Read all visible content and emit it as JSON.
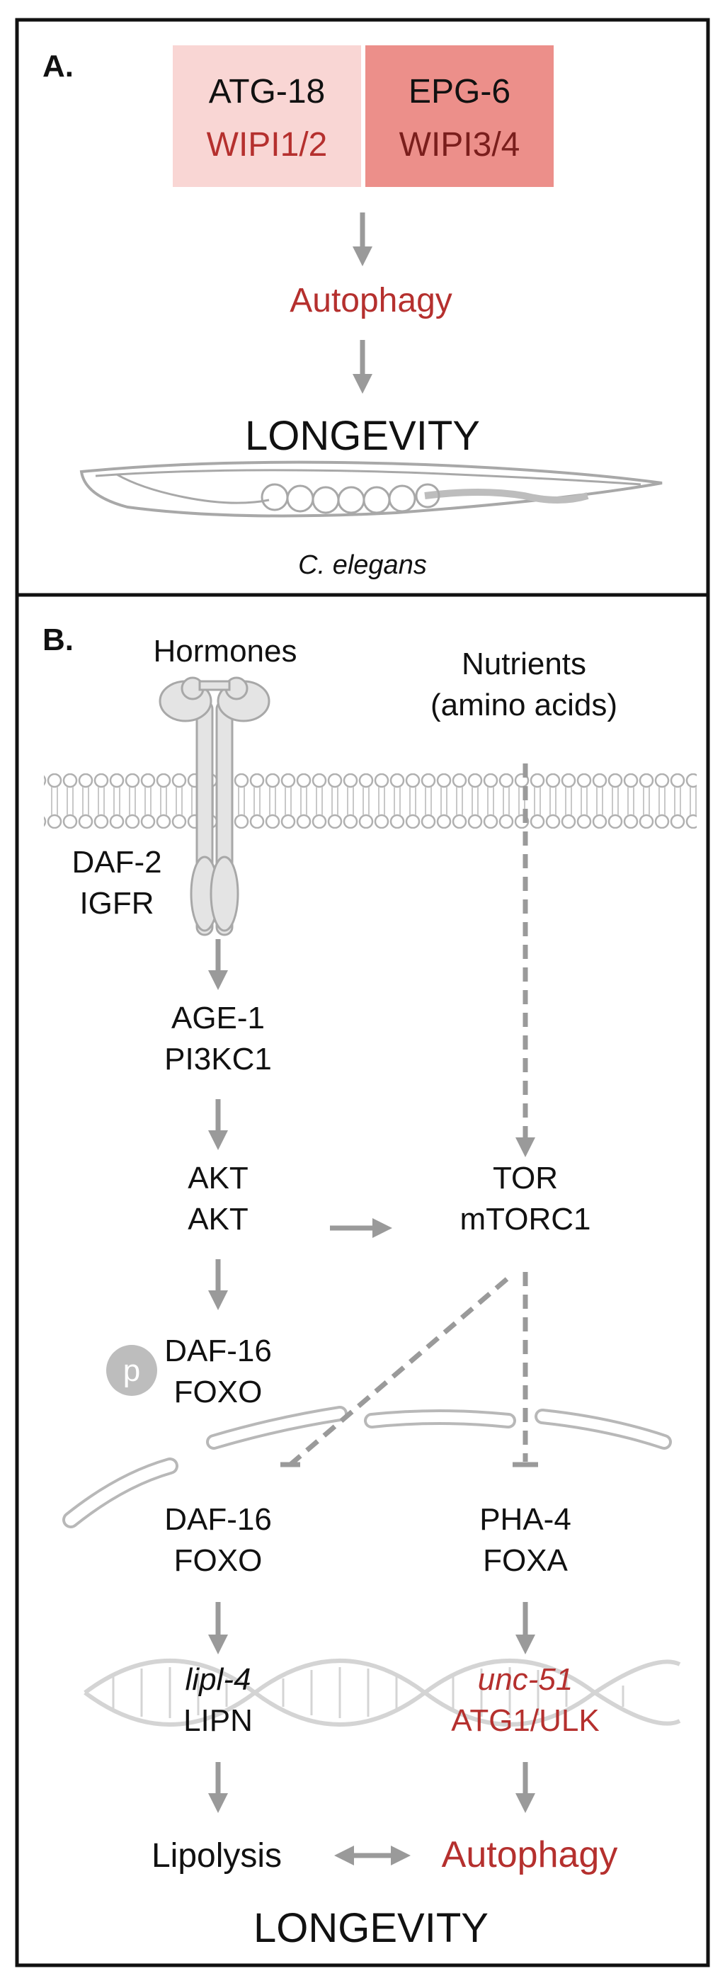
{
  "panel_a": {
    "panel_label": "A.",
    "box1": {
      "line1": "ATG-18",
      "line2": "WIPI1/2"
    },
    "box2": {
      "line1": "EPG-6",
      "line2": "WIPI3/4"
    },
    "process": "Autophagy",
    "outcome": "LONGEVITY",
    "organism": "C. elegans"
  },
  "panel_b": {
    "panel_label": "B.",
    "hormones": "Hormones",
    "nutrients_line1": "Nutrients",
    "nutrients_line2": "(amino acids)",
    "receptor_line1": "DAF-2",
    "receptor_line2": "IGFR",
    "pi3k_line1": "AGE-1",
    "pi3k_line2": "PI3KC1",
    "akt_line1": "AKT",
    "akt_line2": "AKT",
    "tor_line1": "TOR",
    "tor_line2": "mTORC1",
    "p_badge": "p",
    "daf16_cyto_line1": "DAF-16",
    "daf16_cyto_line2": "FOXO",
    "daf16_nuc_line1": "DAF-16",
    "daf16_nuc_line2": "FOXO",
    "pha4_line1": "PHA-4",
    "pha4_line2": "FOXA",
    "lipl_gene": "lipl-4",
    "lipl_protein": "LIPN",
    "unc_gene": "unc-51",
    "unc_protein": "ATG1/ULK",
    "lipolysis": "Lipolysis",
    "autophagy": "Autophagy",
    "outcome": "LONGEVITY"
  },
  "colors": {
    "frame": "#111111",
    "text": "#111111",
    "accent_red": "#b5302e",
    "box_light": "#f9d6d4",
    "box_dark": "#ec8f8a",
    "arrow_gray": "#9a9a9a",
    "structure_gray": "#b8b8b8"
  }
}
